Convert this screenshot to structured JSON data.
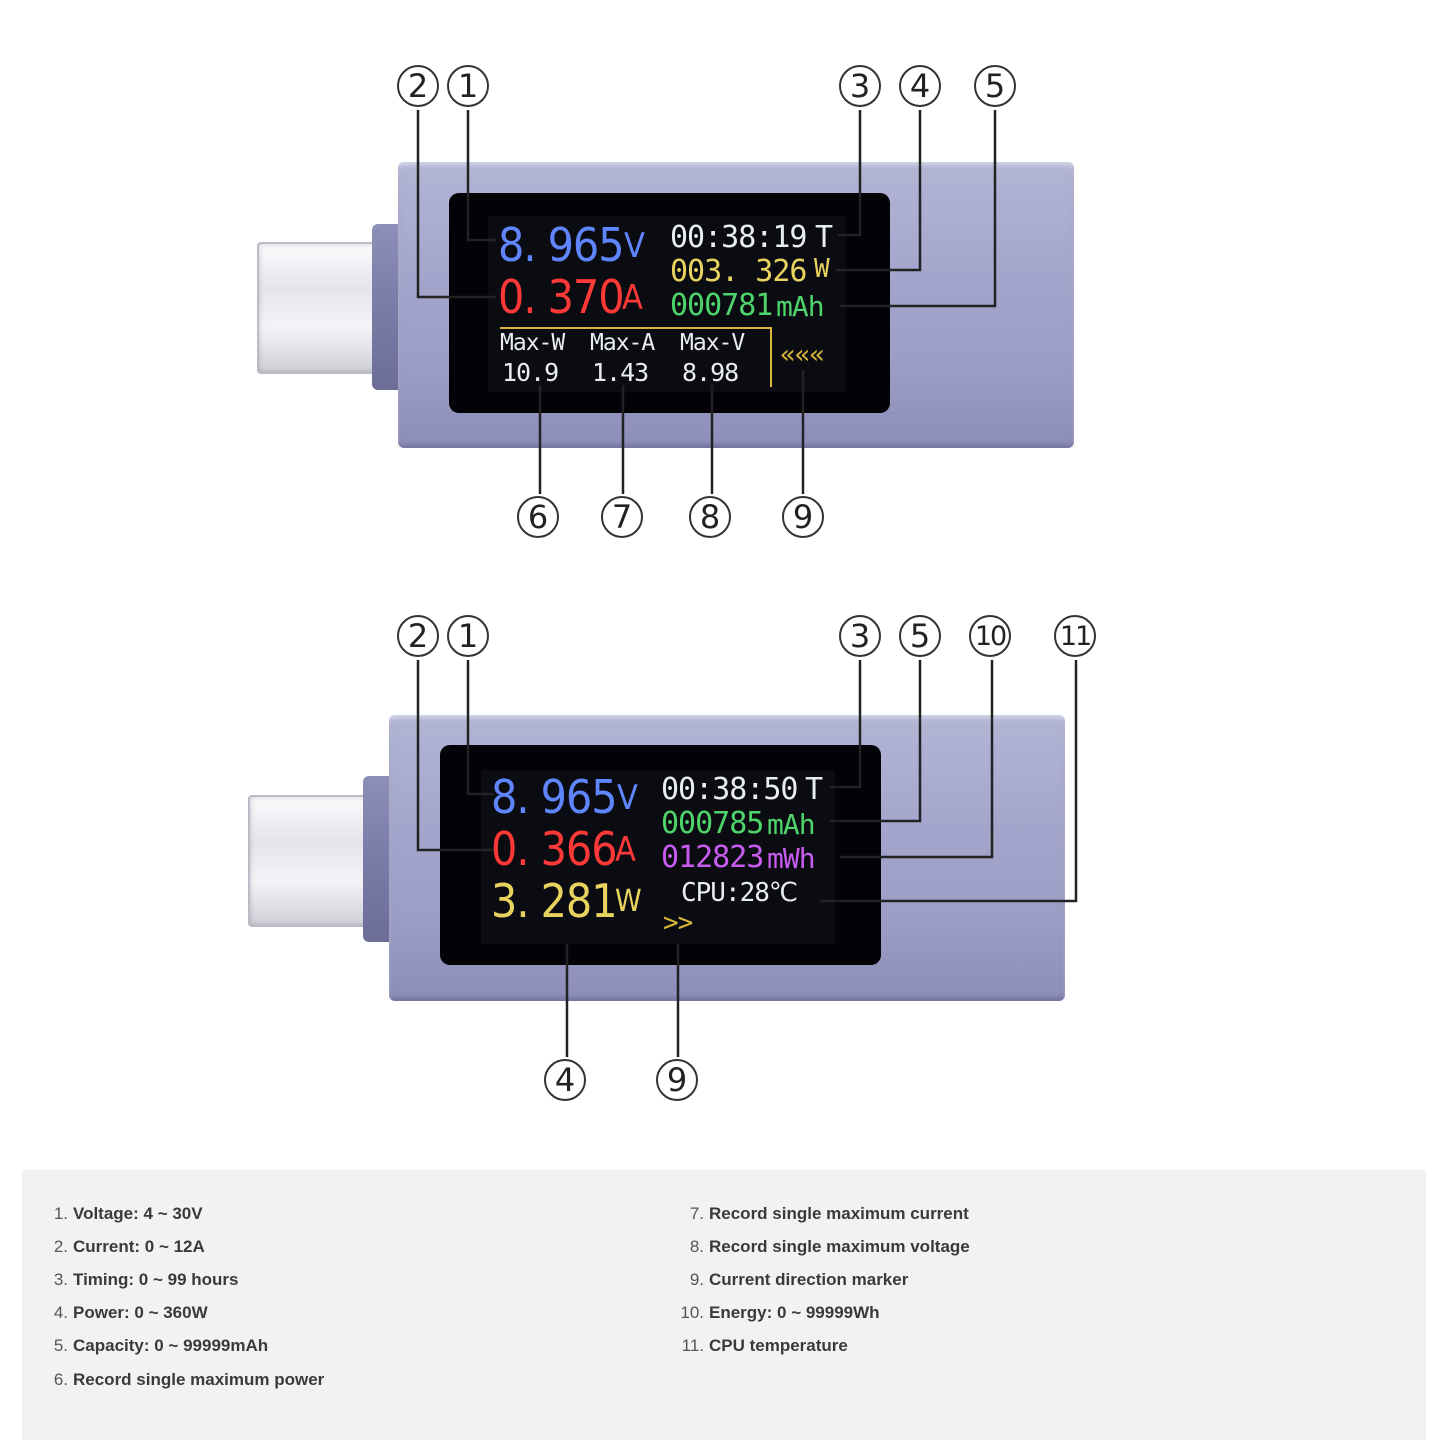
{
  "top_meter": {
    "voltage": "8. 965",
    "voltage_unit": "V",
    "current": "0. 370",
    "current_unit": "A",
    "timer": "00:38:19",
    "timer_unit": "T",
    "power": "003. 326",
    "power_unit": "W",
    "capacity": "000781",
    "capacity_unit": "mAh",
    "max_w_label": "Max-W",
    "max_a_label": "Max-A",
    "max_v_label": "Max-V",
    "max_w_value": "10.9",
    "max_a_value": "1.43",
    "max_v_value": "8.98",
    "direction_marker": "«««"
  },
  "bottom_meter": {
    "voltage": "8. 965",
    "voltage_unit": "V",
    "current": "0. 366",
    "current_unit": "A",
    "power": "3. 281",
    "power_unit": "W",
    "timer": "00:38:50",
    "timer_unit": "T",
    "capacity": "000785",
    "capacity_unit": "mAh",
    "energy": "012823",
    "energy_unit": "mWh",
    "cpu_temp": "CPU:28℃",
    "direction_marker": ">>"
  },
  "top_callouts": {
    "c2": "2",
    "c1": "1",
    "c3": "3",
    "c4": "4",
    "c5": "5",
    "c6": "6",
    "c7": "7",
    "c8": "8",
    "c9": "9"
  },
  "bottom_callouts": {
    "c2": "2",
    "c1": "1",
    "c3": "3",
    "c5": "5",
    "c10": "10",
    "c11": "11",
    "c4": "4",
    "c9": "9"
  },
  "legend": {
    "items": [
      {
        "num": "1.",
        "text": "Voltage: 4 ~ 30V"
      },
      {
        "num": "2.",
        "text": "Current: 0 ~ 12A"
      },
      {
        "num": "3.",
        "text": "Timing: 0 ~ 99 hours"
      },
      {
        "num": "4.",
        "text": "Power: 0 ~ 360W"
      },
      {
        "num": "5.",
        "text": "Capacity: 0 ~ 99999mAh"
      },
      {
        "num": "6.",
        "text": "Record single maximum power"
      },
      {
        "num": "7.",
        "text": "Record single maximum current"
      },
      {
        "num": "8.",
        "text": "Record single maximum voltage"
      },
      {
        "num": "9.",
        "text": "Current direction marker"
      },
      {
        "num": "10.",
        "text": "Energy: 0 ~ 99999Wh"
      },
      {
        "num": "11.",
        "text": "CPU temperature"
      }
    ]
  }
}
